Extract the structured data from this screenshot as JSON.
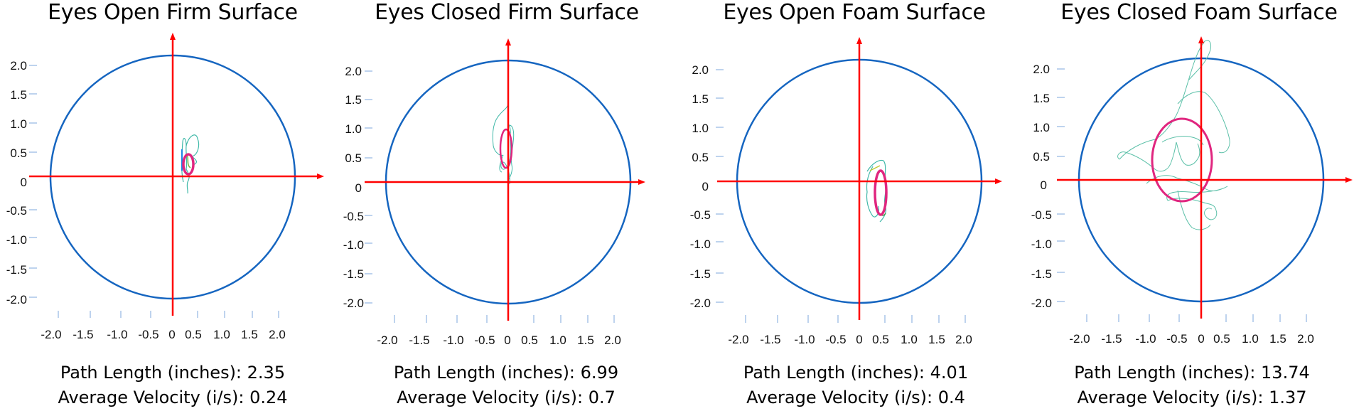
{
  "colors": {
    "boundary_circle": "#1565c0",
    "axes": "#ff0000",
    "ellipse": "#e0267f",
    "sway_trace": "#3fb8a8",
    "tick": "#a9c4e8"
  },
  "panels": [
    {
      "title": "Eyes Open Firm Surface",
      "path_length_label": "Path Length (inches): 2.35",
      "velocity_label": "Average Velocity (i/s): 0.24"
    },
    {
      "title": "Eyes Closed Firm Surface",
      "path_length_label": "Path Length (inches): 6.99",
      "velocity_label": "Average Velocity (i/s): 0.7"
    },
    {
      "title": "Eyes Open Foam Surface",
      "path_length_label": "Path Length (inches): 4.01",
      "velocity_label": "Average Velocity (i/s): 0.4"
    },
    {
      "title": "Eyes Closed Foam Surface",
      "path_length_label": "Path Length (inches): 13.74",
      "velocity_label": "Average Velocity (i/s): 1.37"
    }
  ],
  "axis": {
    "y_ticks": [
      "2.0",
      "1.5",
      "1.0",
      "0.5",
      "0",
      "-0.5",
      "-1.0",
      "-1.5",
      "-2.0"
    ],
    "x_ticks": [
      "-2.0",
      "-1.5",
      "-1.0",
      "-0.5",
      "0",
      "0.5",
      "1.0",
      "1.5",
      "2.0"
    ]
  },
  "chart_data": [
    {
      "type": "scatter",
      "title": "Eyes Open Firm Surface",
      "xlabel": "",
      "ylabel": "",
      "xlim": [
        -2.3,
        2.3
      ],
      "ylim": [
        -2.3,
        2.3
      ],
      "x_ticks": [
        -2.0,
        -1.5,
        -1.0,
        -0.5,
        0,
        0.5,
        1.0,
        1.5,
        2.0
      ],
      "y_ticks": [
        2.0,
        1.5,
        1.0,
        0.5,
        0,
        -0.5,
        -1.0,
        -1.5,
        -2.0
      ],
      "boundary_circle_radius": 2.1,
      "confidence_ellipse": {
        "cx": 0.3,
        "cy": 0.3,
        "rx": 0.1,
        "ry": 0.25
      },
      "sway_extent": {
        "x": [
          0.2,
          0.6
        ],
        "y": [
          -0.2,
          0.7
        ]
      },
      "path_length_inches": 2.35,
      "average_velocity_ips": 0.24
    },
    {
      "type": "scatter",
      "title": "Eyes Closed Firm Surface",
      "xlabel": "",
      "ylabel": "",
      "xlim": [
        -2.3,
        2.3
      ],
      "ylim": [
        -2.3,
        2.3
      ],
      "x_ticks": [
        -2.0,
        -1.5,
        -1.0,
        -0.5,
        0,
        0.5,
        1.0,
        1.5,
        2.0
      ],
      "y_ticks": [
        2.0,
        1.5,
        1.0,
        0.5,
        0,
        -0.5,
        -1.0,
        -1.5,
        -2.0
      ],
      "boundary_circle_radius": 2.1,
      "confidence_ellipse": {
        "cx": -0.03,
        "cy": 0.65,
        "rx": 0.1,
        "ry": 0.33
      },
      "sway_extent": {
        "x": [
          -0.3,
          0.15
        ],
        "y": [
          0.0,
          1.3
        ]
      },
      "path_length_inches": 6.99,
      "average_velocity_ips": 0.7
    },
    {
      "type": "scatter",
      "title": "Eyes Open Foam Surface",
      "xlabel": "",
      "ylabel": "",
      "xlim": [
        -2.3,
        2.3
      ],
      "ylim": [
        -2.3,
        2.3
      ],
      "x_ticks": [
        -2.0,
        -1.5,
        -1.0,
        -0.5,
        0,
        0.5,
        1.0,
        1.5,
        2.0
      ],
      "y_ticks": [
        2.0,
        1.5,
        1.0,
        0.5,
        0,
        -0.5,
        -1.0,
        -1.5,
        -2.0
      ],
      "boundary_circle_radius": 2.1,
      "confidence_ellipse": {
        "cx": 0.4,
        "cy": -0.2,
        "rx": 0.1,
        "ry": 0.38
      },
      "sway_extent": {
        "x": [
          0.2,
          0.6
        ],
        "y": [
          -0.7,
          0.4
        ]
      },
      "path_length_inches": 4.01,
      "average_velocity_ips": 0.4
    },
    {
      "type": "scatter",
      "title": "Eyes Closed Foam Surface",
      "xlabel": "",
      "ylabel": "",
      "xlim": [
        -2.3,
        2.3
      ],
      "ylim": [
        -2.3,
        2.3
      ],
      "x_ticks": [
        -2.0,
        -1.5,
        -1.0,
        -0.5,
        0,
        0.5,
        1.0,
        1.5,
        2.0
      ],
      "y_ticks": [
        2.0,
        1.5,
        1.0,
        0.5,
        0,
        -0.5,
        -1.0,
        -1.5,
        -2.0
      ],
      "boundary_circle_radius": 2.1,
      "confidence_ellipse": {
        "cx": -0.35,
        "cy": 0.35,
        "rx": 0.52,
        "ry": 0.72
      },
      "sway_extent": {
        "x": [
          -1.4,
          0.7
        ],
        "y": [
          -1.1,
          2.4
        ]
      },
      "path_length_inches": 13.74,
      "average_velocity_ips": 1.37
    }
  ]
}
